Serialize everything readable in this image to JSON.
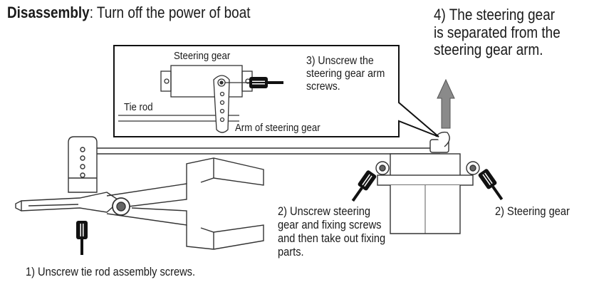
{
  "header": {
    "title_bold": "Disassembly",
    "title_rest": ": Turn off the power of boat"
  },
  "steps": {
    "step4": "4) The steering gear\nis separated from the\nsteering gear arm.",
    "step3": "3) Unscrew the\nsteering gear arm\nscrews.",
    "step2": "2) Unscrew steering\ngear and fixing screws\nand then take out fixing\nparts.",
    "step2_label": "2) Steering gear",
    "step1": "1) Unscrew tie rod assembly screws."
  },
  "inset": {
    "steering_gear": "Steering gear",
    "tie_rod": "Tie rod",
    "arm": "Arm of steering gear"
  },
  "icons": [
    "screwdriver-icon",
    "up-arrow-icon"
  ]
}
